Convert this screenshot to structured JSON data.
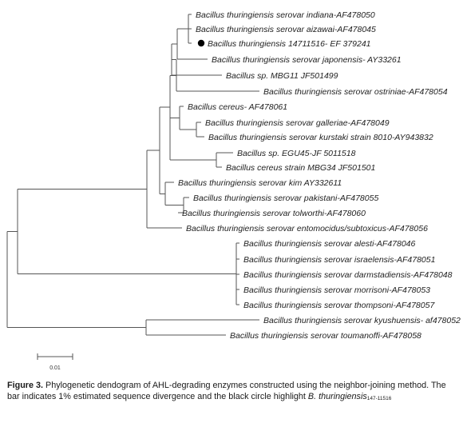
{
  "tree": {
    "taxa": [
      {
        "id": "indiana",
        "label": "Bacillus thuringiensis serovar indiana-AF478050"
      },
      {
        "id": "aizawai",
        "label": "Bacillus thuringiensis serovar aizawai-AF478045"
      },
      {
        "id": "b147",
        "label": "Bacillus thuringiensis 14711516- EF 379241",
        "highlight": true
      },
      {
        "id": "japonensis",
        "label": "Bacillus thuringiensis serovar japonensis- AY33261"
      },
      {
        "id": "mbg11",
        "label": "Bacillus sp. MBG11 JF501499"
      },
      {
        "id": "ostriniae",
        "label": "Bacillus thuringiensis serovar ostriniae-AF478054"
      },
      {
        "id": "cereus61",
        "label": "Bacillus cereus- AF478061"
      },
      {
        "id": "galleriae",
        "label": "Bacillus thuringiensis serovar galleriae-AF478049"
      },
      {
        "id": "kurstaki",
        "label": "Bacillus thuringiensis serovar kurstaki strain 8010-AY943832"
      },
      {
        "id": "egu45",
        "label": "Bacillus sp. EGU45-JF 5011518"
      },
      {
        "id": "mbg34",
        "label": "Bacillus cereus strain MBG34 JF501501"
      },
      {
        "id": "kim",
        "label": "Bacillus thuringiensis serovar kim AY332611"
      },
      {
        "id": "pakistani",
        "label": "Bacillus thuringiensis serovar pakistani-AF478055"
      },
      {
        "id": "tolworthi",
        "label": "Bacillus thuringiensis serovar tolworthi-AF478060"
      },
      {
        "id": "entomocidus",
        "label": "Bacillus thuringiensis serovar entomocidus/subtoxicus-AF478056"
      },
      {
        "id": "alesti",
        "label": "Bacillus thuringiensis serovar alesti-AF478046"
      },
      {
        "id": "israelensis",
        "label": "Bacillus thuringiensis serovar israelensis-AF478051"
      },
      {
        "id": "darmstadiensis",
        "label": "Bacillus thuringiensis serovar darmstadiensis-AF478048"
      },
      {
        "id": "morrisoni",
        "label": "Bacillus thuringiensis serovar morrisoni-AF478053"
      },
      {
        "id": "thompsoni",
        "label": "Bacillus thuringiensis serovar thompsoni-AF478057"
      },
      {
        "id": "kyushuensis",
        "label": "Bacillus thuringiensis serovar kyushuensis- af478052"
      },
      {
        "id": "toumanoffi",
        "label": "Bacillus thuringiensis serovar toumanoffi-AF478058"
      }
    ],
    "scale_bar": {
      "label": "0.01",
      "value": 0.01
    }
  },
  "caption": {
    "figure_label": "Figure 3.",
    "text": " Phylogenetic dendogram of AHL-degrading enzymes constructed using the neighbor-joining method. The bar indicates 1% estimated sequence divergence and the black circle highlight ",
    "italic_text": "B. thuringiensis",
    "subscript": "147-11516"
  }
}
